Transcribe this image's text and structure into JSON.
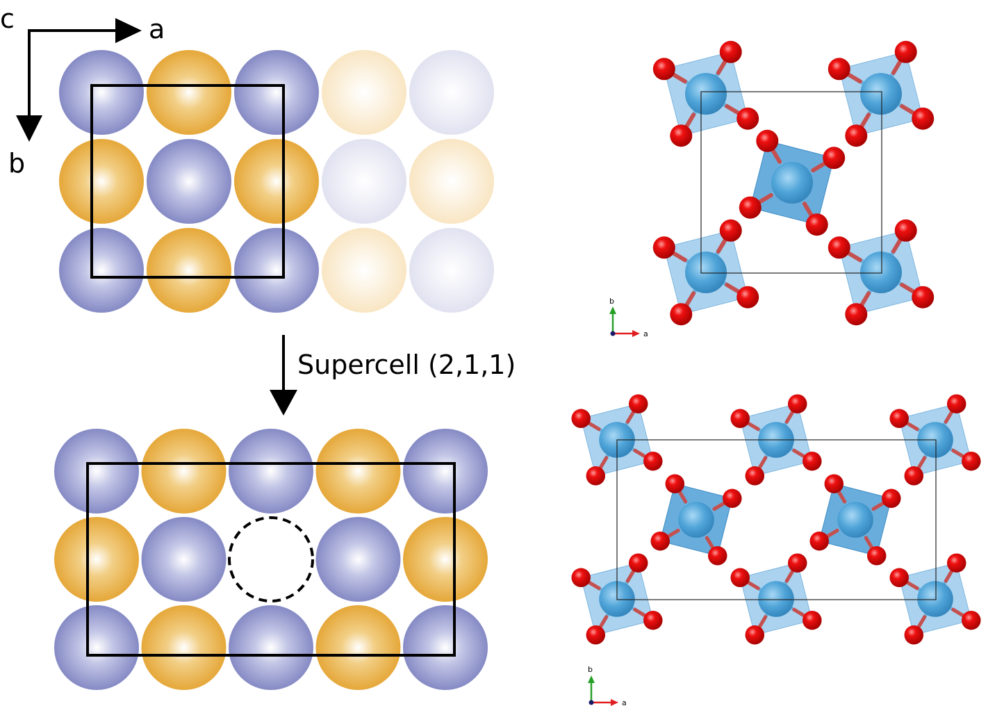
{
  "axes_top_left": {
    "c": "c",
    "a": "a",
    "b": "b"
  },
  "arrow_label": "Supercell (2,1,1)",
  "small_axes_top": {
    "b": "b",
    "a": "a"
  },
  "small_axes_bottom": {
    "b": "b",
    "a": "a"
  },
  "colors": {
    "blue_sphere": "#7e83c0",
    "orange_sphere": "#e6a532",
    "oxygen": "#e00000",
    "metal": "#4da3d8",
    "octahedron": "#7cb9e6",
    "axis_green": "#28a028",
    "axis_red": "#e02020"
  },
  "top_grid": [
    [
      "blue",
      "orange",
      "blue",
      "orange-faded",
      "blue-faded"
    ],
    [
      "orange",
      "blue",
      "orange",
      "blue-faded",
      "orange-faded"
    ],
    [
      "blue",
      "orange",
      "blue",
      "orange-faded",
      "blue-faded"
    ]
  ],
  "bottom_grid": [
    [
      "blue",
      "orange",
      "blue",
      "orange",
      "blue"
    ],
    [
      "orange",
      "blue",
      "vacancy",
      "blue",
      "orange"
    ],
    [
      "blue",
      "orange",
      "blue",
      "orange",
      "blue"
    ]
  ]
}
